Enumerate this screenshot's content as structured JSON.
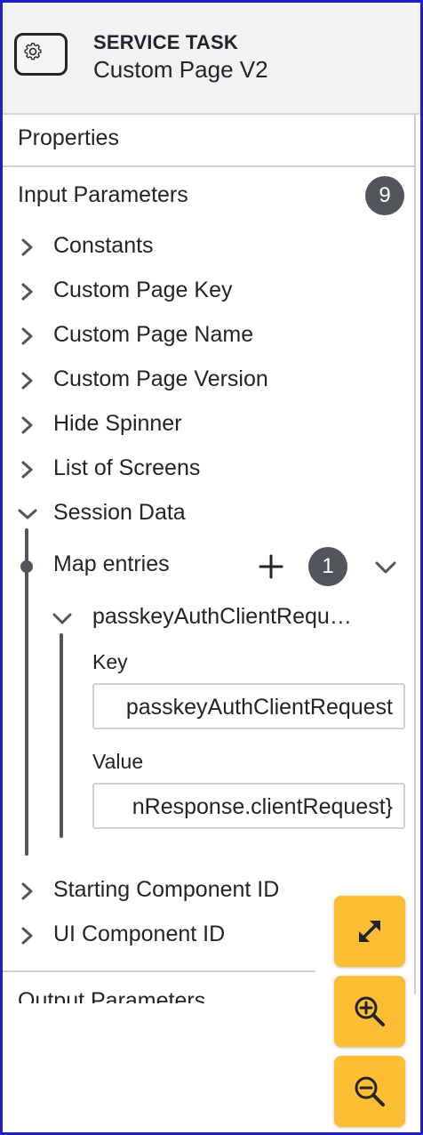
{
  "header": {
    "type": "SERVICE TASK",
    "name": "Custom Page V2",
    "icon": "gear-icon"
  },
  "tabs": {
    "properties": "Properties"
  },
  "input_parameters": {
    "title": "Input Parameters",
    "count": "9",
    "items": [
      {
        "label": "Constants",
        "expanded": false
      },
      {
        "label": "Custom Page Key",
        "expanded": false
      },
      {
        "label": "Custom Page Name",
        "expanded": false
      },
      {
        "label": "Custom Page Version",
        "expanded": false
      },
      {
        "label": "Hide Spinner",
        "expanded": false
      },
      {
        "label": "List of Screens",
        "expanded": false
      },
      {
        "label": "Session Data",
        "expanded": true
      },
      {
        "label": "Starting Component ID",
        "expanded": false
      },
      {
        "label": "UI Component ID",
        "expanded": false
      }
    ],
    "session_data": {
      "map_entries_label": "Map entries",
      "map_entries_count": "1",
      "entry": {
        "title": "passkeyAuthClientRequest",
        "key_label": "Key",
        "key_value": "passkeyAuthClientRequest",
        "value_label": "Value",
        "value_value": "nResponse.clientRequest}"
      }
    }
  },
  "output_parameters": {
    "title": "Output Parameters"
  },
  "controls": {
    "fit_icon": "expand-arrows-icon",
    "zoom_in_icon": "zoom-in-icon",
    "zoom_out_icon": "zoom-out-icon"
  },
  "colors": {
    "accent": "#fbbe35",
    "badge": "#52555c",
    "header_bg": "#f2f2f2",
    "frame": "#2020c8"
  }
}
